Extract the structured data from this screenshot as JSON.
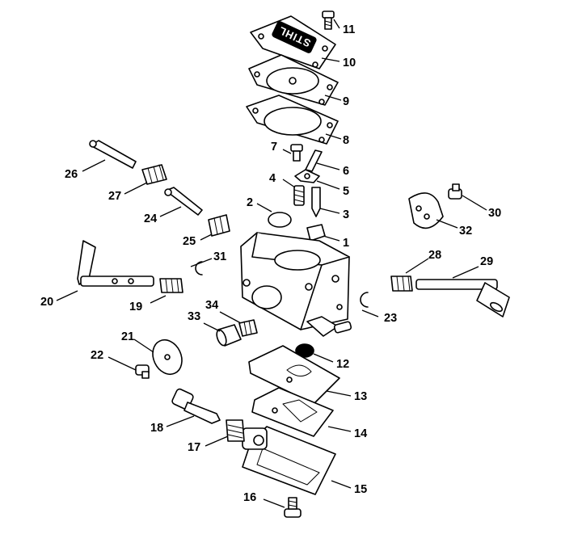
{
  "brand_text": "STIHL",
  "labels": [
    {
      "id": "1",
      "text": "1"
    },
    {
      "id": "2",
      "text": "2"
    },
    {
      "id": "3",
      "text": "3"
    },
    {
      "id": "4",
      "text": "4"
    },
    {
      "id": "5",
      "text": "5"
    },
    {
      "id": "6",
      "text": "6"
    },
    {
      "id": "7",
      "text": "7"
    },
    {
      "id": "8",
      "text": "8"
    },
    {
      "id": "9",
      "text": "9"
    },
    {
      "id": "10",
      "text": "10"
    },
    {
      "id": "11",
      "text": "11"
    },
    {
      "id": "12",
      "text": "12"
    },
    {
      "id": "13",
      "text": "13"
    },
    {
      "id": "14",
      "text": "14"
    },
    {
      "id": "15",
      "text": "15"
    },
    {
      "id": "16",
      "text": "16"
    },
    {
      "id": "17",
      "text": "17"
    },
    {
      "id": "18",
      "text": "18"
    },
    {
      "id": "19",
      "text": "19"
    },
    {
      "id": "20",
      "text": "20"
    },
    {
      "id": "21",
      "text": "21"
    },
    {
      "id": "22",
      "text": "22"
    },
    {
      "id": "23",
      "text": "23"
    },
    {
      "id": "24",
      "text": "24"
    },
    {
      "id": "25",
      "text": "25"
    },
    {
      "id": "26",
      "text": "26"
    },
    {
      "id": "27",
      "text": "27"
    },
    {
      "id": "28",
      "text": "28"
    },
    {
      "id": "29",
      "text": "29"
    },
    {
      "id": "30",
      "text": "30"
    },
    {
      "id": "31",
      "text": "31"
    },
    {
      "id": "32",
      "text": "32"
    },
    {
      "id": "33",
      "text": "33"
    },
    {
      "id": "34",
      "text": "34"
    }
  ]
}
